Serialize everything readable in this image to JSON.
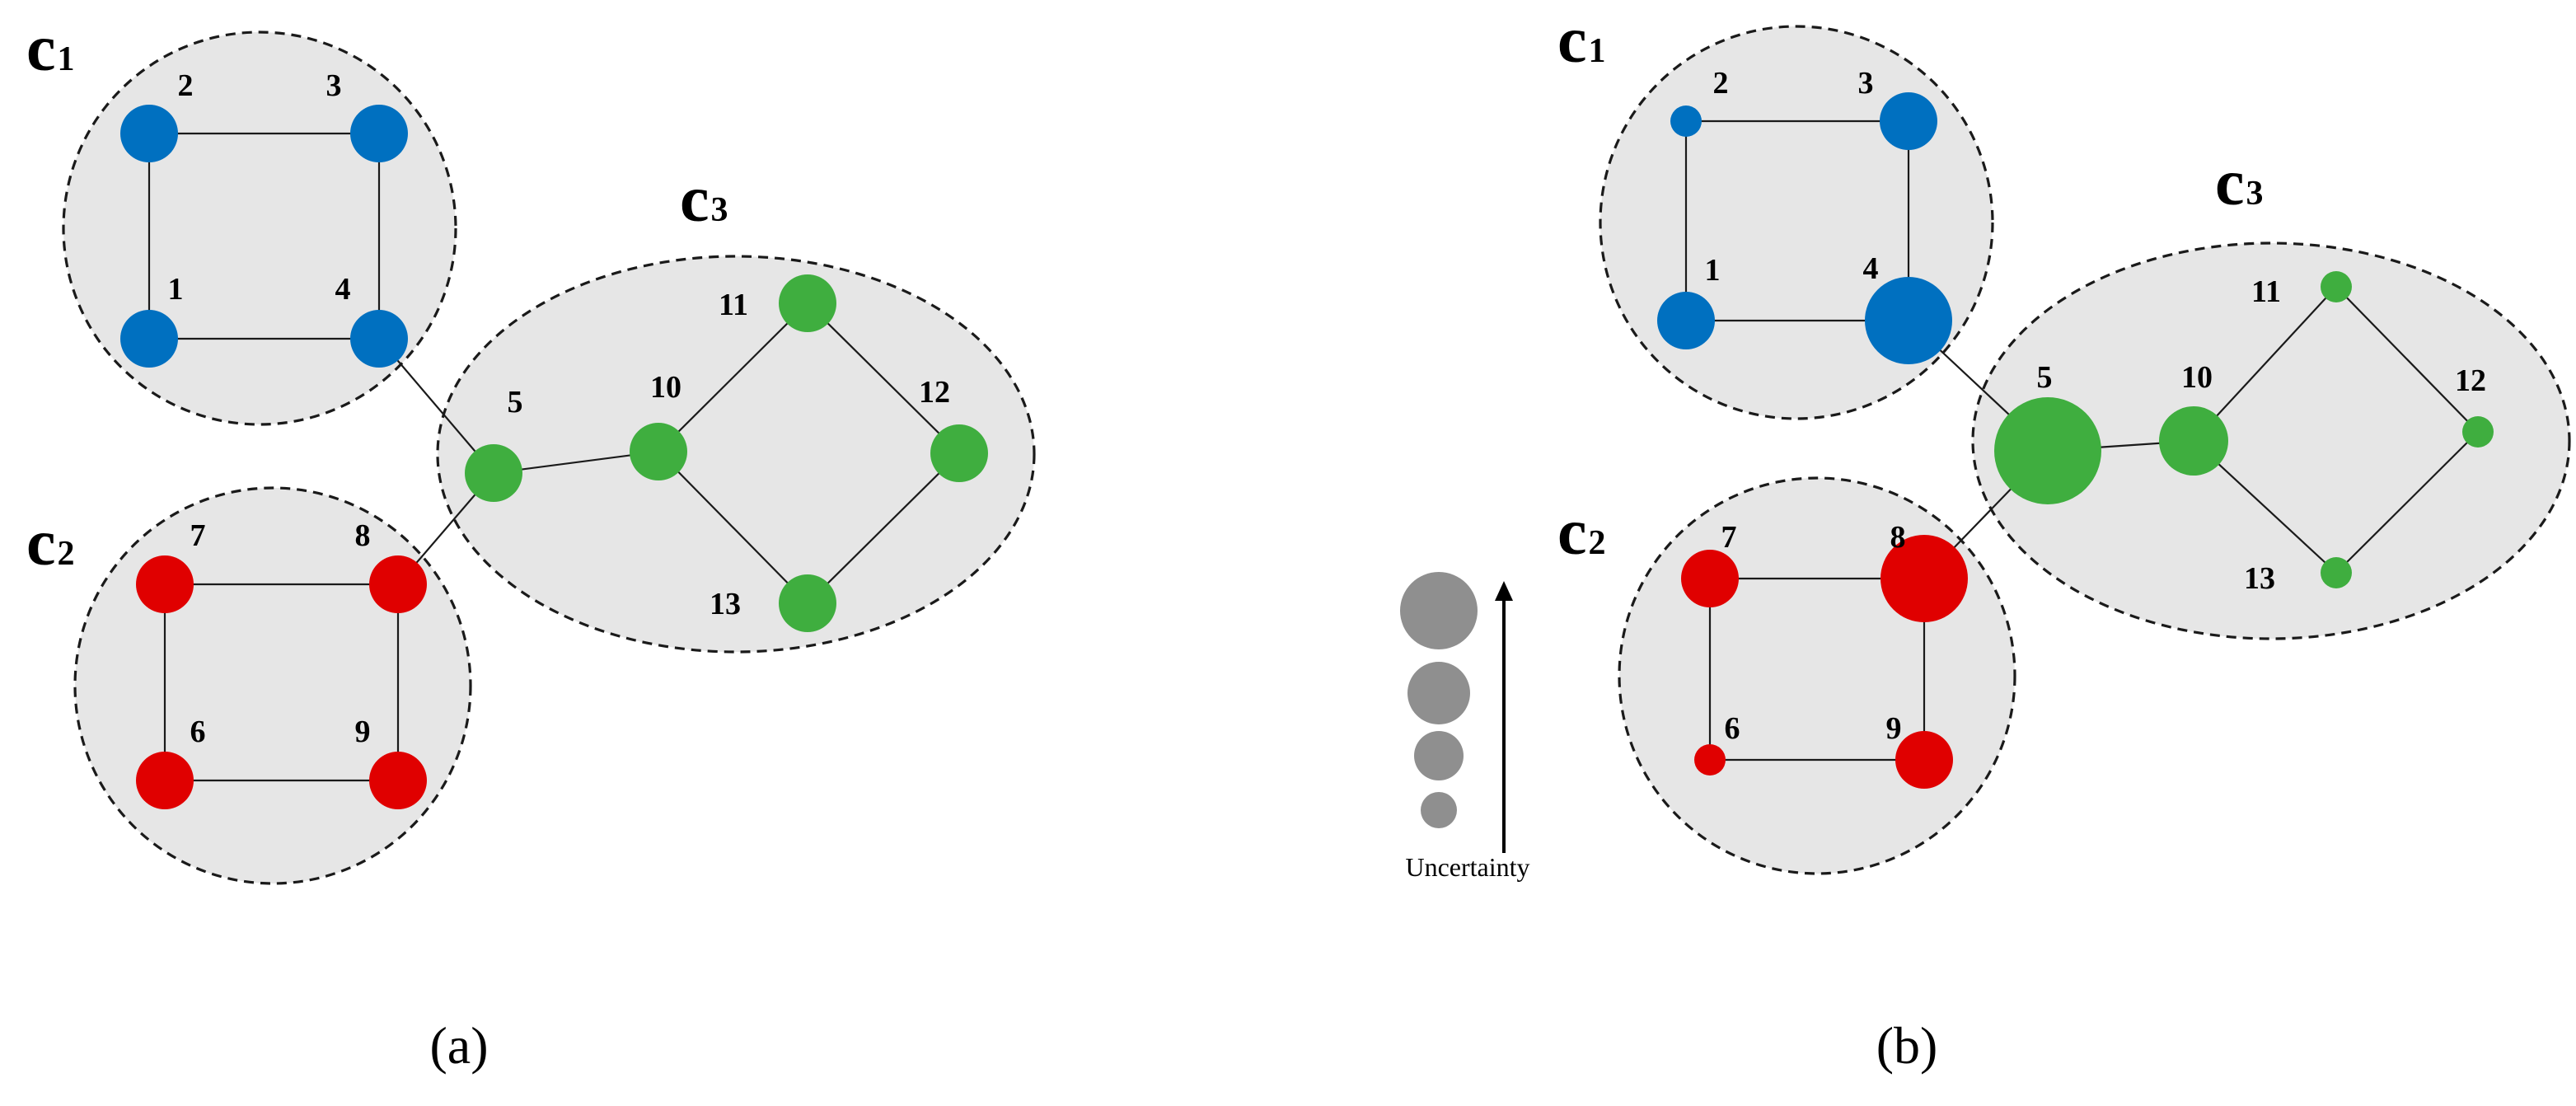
{
  "colors": {
    "c1": "#0070c0",
    "c2": "#e00000",
    "c3": "#3fae3f",
    "cluster_fill": "#e6e6e6",
    "legend": "#8f8f8f"
  },
  "panels": [
    {
      "id": "a",
      "label": "(a)",
      "clusters": [
        {
          "id": "c1",
          "letter": "c",
          "subscript": "1"
        },
        {
          "id": "c2",
          "letter": "c",
          "subscript": "2"
        },
        {
          "id": "c3",
          "letter": "c",
          "subscript": "3"
        }
      ],
      "nodes": [
        {
          "id": "1",
          "cluster": "c1",
          "uncertainty": 2
        },
        {
          "id": "2",
          "cluster": "c1",
          "uncertainty": 2
        },
        {
          "id": "3",
          "cluster": "c1",
          "uncertainty": 2
        },
        {
          "id": "4",
          "cluster": "c1",
          "uncertainty": 2
        },
        {
          "id": "5",
          "cluster": "c3",
          "uncertainty": 2
        },
        {
          "id": "6",
          "cluster": "c2",
          "uncertainty": 2
        },
        {
          "id": "7",
          "cluster": "c2",
          "uncertainty": 2
        },
        {
          "id": "8",
          "cluster": "c2",
          "uncertainty": 2
        },
        {
          "id": "9",
          "cluster": "c2",
          "uncertainty": 2
        },
        {
          "id": "10",
          "cluster": "c3",
          "uncertainty": 2
        },
        {
          "id": "11",
          "cluster": "c3",
          "uncertainty": 2
        },
        {
          "id": "12",
          "cluster": "c3",
          "uncertainty": 2
        },
        {
          "id": "13",
          "cluster": "c3",
          "uncertainty": 2
        }
      ]
    },
    {
      "id": "b",
      "label": "(b)",
      "clusters": [
        {
          "id": "c1",
          "letter": "c",
          "subscript": "1"
        },
        {
          "id": "c2",
          "letter": "c",
          "subscript": "2"
        },
        {
          "id": "c3",
          "letter": "c",
          "subscript": "3"
        }
      ],
      "nodes": [
        {
          "id": "1",
          "cluster": "c1",
          "uncertainty": 2
        },
        {
          "id": "2",
          "cluster": "c1",
          "uncertainty": 1
        },
        {
          "id": "3",
          "cluster": "c1",
          "uncertainty": 2
        },
        {
          "id": "4",
          "cluster": "c1",
          "uncertainty": 4
        },
        {
          "id": "5",
          "cluster": "c3",
          "uncertainty": 5
        },
        {
          "id": "6",
          "cluster": "c2",
          "uncertainty": 1
        },
        {
          "id": "7",
          "cluster": "c2",
          "uncertainty": 2
        },
        {
          "id": "8",
          "cluster": "c2",
          "uncertainty": 4
        },
        {
          "id": "9",
          "cluster": "c2",
          "uncertainty": 2
        },
        {
          "id": "10",
          "cluster": "c3",
          "uncertainty": 3
        },
        {
          "id": "11",
          "cluster": "c3",
          "uncertainty": 1
        },
        {
          "id": "12",
          "cluster": "c3",
          "uncertainty": 1
        },
        {
          "id": "13",
          "cluster": "c3",
          "uncertainty": 1
        }
      ]
    }
  ],
  "edges": [
    [
      "1",
      "2"
    ],
    [
      "2",
      "3"
    ],
    [
      "3",
      "4"
    ],
    [
      "4",
      "1"
    ],
    [
      "4",
      "5"
    ],
    [
      "8",
      "5"
    ],
    [
      "5",
      "10"
    ],
    [
      "6",
      "7"
    ],
    [
      "7",
      "8"
    ],
    [
      "8",
      "9"
    ],
    [
      "9",
      "6"
    ],
    [
      "10",
      "11"
    ],
    [
      "11",
      "12"
    ],
    [
      "12",
      "13"
    ],
    [
      "13",
      "10"
    ]
  ],
  "legend": {
    "label": "Uncertainty",
    "levels": [
      4,
      3,
      2,
      1
    ]
  }
}
